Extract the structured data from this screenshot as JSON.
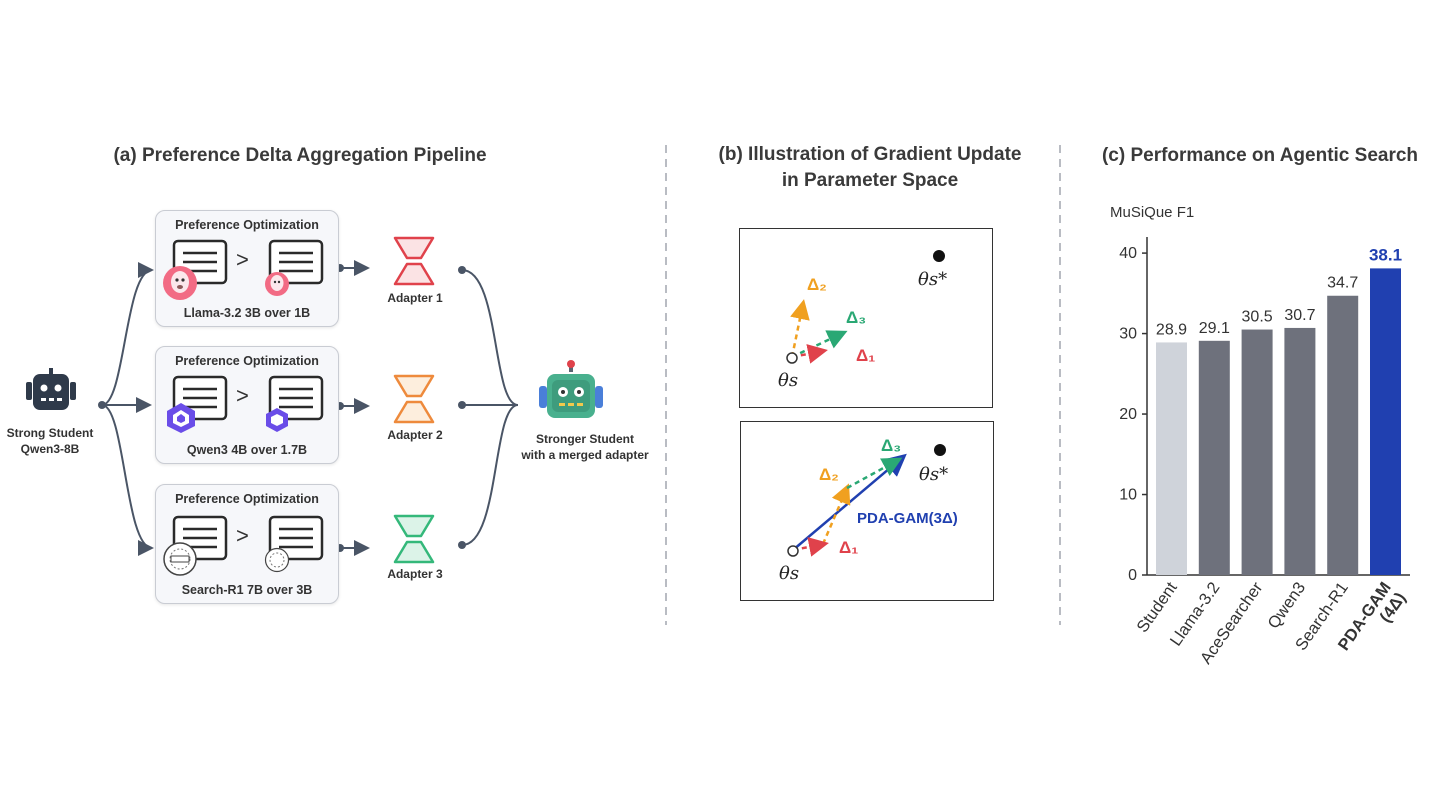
{
  "panel_a": {
    "title": "(a) Preference Delta Aggregation Pipeline",
    "student_label_1": "Strong Student",
    "student_label_2": "Qwen3-8B",
    "boxes": [
      {
        "title": "Preference Optimization",
        "label": "Llama-3.2 3B over 1B",
        "compare": ">"
      },
      {
        "title": "Preference Optimization",
        "label": "Qwen3 4B over 1.7B",
        "compare": ">"
      },
      {
        "title": "Preference Optimization",
        "label": "Search-R1 7B over 3B",
        "compare": ">"
      }
    ],
    "adapters": [
      {
        "label": "Adapter 1",
        "color": "#e0424b"
      },
      {
        "label": "Adapter 2",
        "color": "#ee8a3c"
      },
      {
        "label": "Adapter 3",
        "color": "#34b87a"
      }
    ],
    "result_label_1": "Stronger Student",
    "result_label_2": "with a merged adapter"
  },
  "panel_b": {
    "title_1": "(b) Illustration of Gradient Update",
    "title_2": "in Parameter Space",
    "top": {
      "delta1": "Δ₁",
      "delta2": "Δ₂",
      "delta3": "Δ₃",
      "theta": "θs",
      "theta_star": "θs*"
    },
    "bottom": {
      "delta1": "Δ₁",
      "delta2": "Δ₂",
      "delta3": "Δ₃",
      "theta": "θs",
      "theta_star": "θs*",
      "method": "PDA-GAM(3Δ)"
    }
  },
  "chart_data": {
    "type": "bar",
    "title": "(c) Performance on Agentic Search",
    "ylabel": "MuSiQue F1",
    "ylim": [
      0,
      42
    ],
    "yticks": [
      0,
      10,
      20,
      30,
      40
    ],
    "categories": [
      "Student",
      "Llama-3.2",
      "AceSearcher",
      "Qwen3",
      "Search-R1",
      "PDA-GAM (4Δ)"
    ],
    "values": [
      28.9,
      29.1,
      30.5,
      30.7,
      34.7,
      38.1
    ],
    "value_labels": [
      "28.9",
      "29.1",
      "30.5",
      "30.7",
      "34.7",
      "38.1"
    ],
    "colors": [
      "#cfd3da",
      "#6e717c",
      "#6e717c",
      "#6e717c",
      "#6e717c",
      "#2040b0"
    ],
    "highlight_label_color": "#2040b0"
  }
}
